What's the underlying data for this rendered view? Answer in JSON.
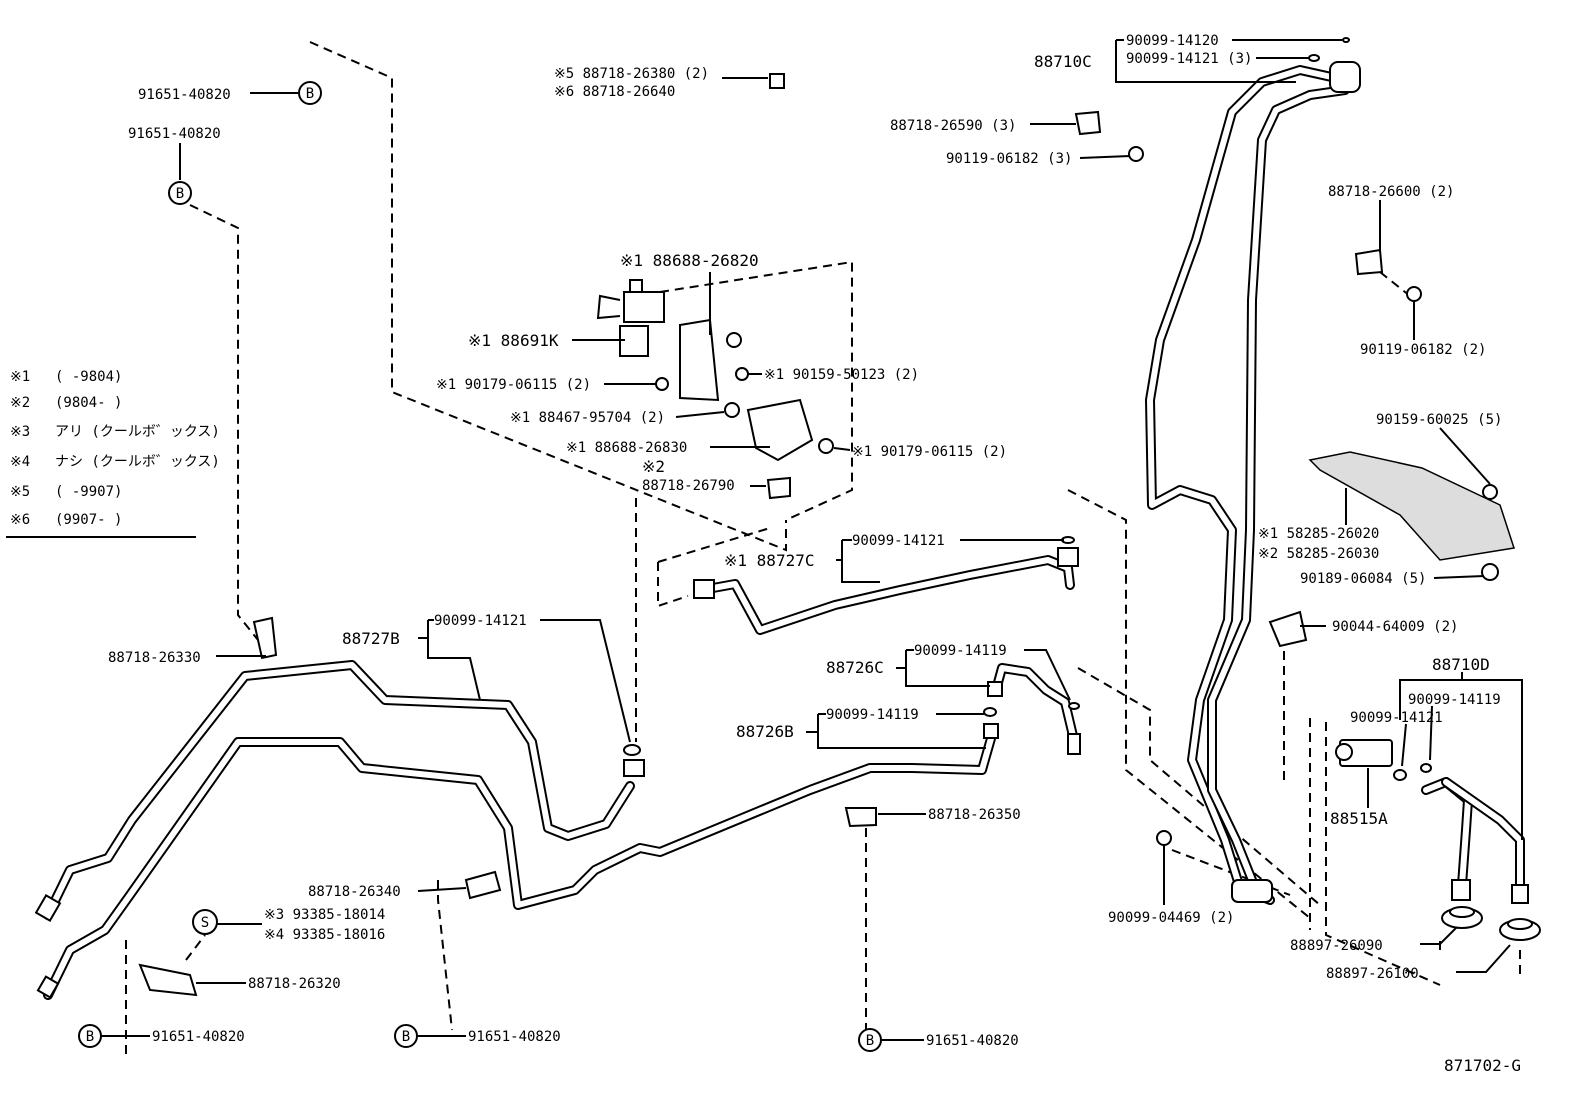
{
  "diagram_id": "871702-G",
  "legend": [
    {
      "mark": "※1",
      "text": "(       -9804)"
    },
    {
      "mark": "※2",
      "text": "(9804-       )"
    },
    {
      "mark": "※3",
      "text": "アリ (クールボ゛ックス)"
    },
    {
      "mark": "※4",
      "text": "ナシ (クールボ゛ックス)"
    },
    {
      "mark": "※5",
      "text": "(       -9907)"
    },
    {
      "mark": "※6",
      "text": "(9907-       )"
    }
  ],
  "callouts": {
    "c1": "91651-40820",
    "c2": "91651-40820",
    "c3": "※5 88718-26380 (2)",
    "c4": "※6 88718-26640",
    "c5": "※1 88688-26820",
    "c6": "※1 88691K",
    "c7": "※1 90179-06115 (2)",
    "c8": "※1 90159-50123 (2)",
    "c9": "※1 88467-95704 (2)",
    "c10": "※1 88688-26830",
    "c11": "※2",
    "c12": "88718-26790",
    "c13": "※1 90179-06115 (2)",
    "c14": "90099-14120",
    "c15": "90099-14121 (3)",
    "c16": "88710C",
    "c17": "88718-26590 (3)",
    "c18": "90119-06182 (3)",
    "c19": "88718-26600 (2)",
    "c20": "90119-06182 (2)",
    "c21": "90159-60025 (5)",
    "c22": "※1 58285-26020",
    "c23": "※2 58285-26030",
    "c24": "90189-06084 (5)",
    "c25": "90044-64009 (2)",
    "c26": "88710D",
    "c27": "90099-14119",
    "c28": "90099-14121",
    "c29": "88515A",
    "c30": "88897-26090",
    "c31": "88897-26100",
    "c32": "90099-04469 (2)",
    "c33": "※1 88727C",
    "c34": "90099-14121",
    "c35": "88727B",
    "c36": "90099-14121",
    "c37": "88718-26330",
    "c38": "88726C",
    "c39": "90099-14119",
    "c40": "88726B",
    "c41": "90099-14119",
    "c42": "88718-26350",
    "c43": "88718-26340",
    "c44": "※3 93385-18014",
    "c45": "※4 93385-18016",
    "c46": "88718-26320",
    "c47": "91651-40820",
    "c48": "91651-40820",
    "c49": "91651-40820"
  },
  "markers": {
    "b": "B",
    "s": "S"
  }
}
